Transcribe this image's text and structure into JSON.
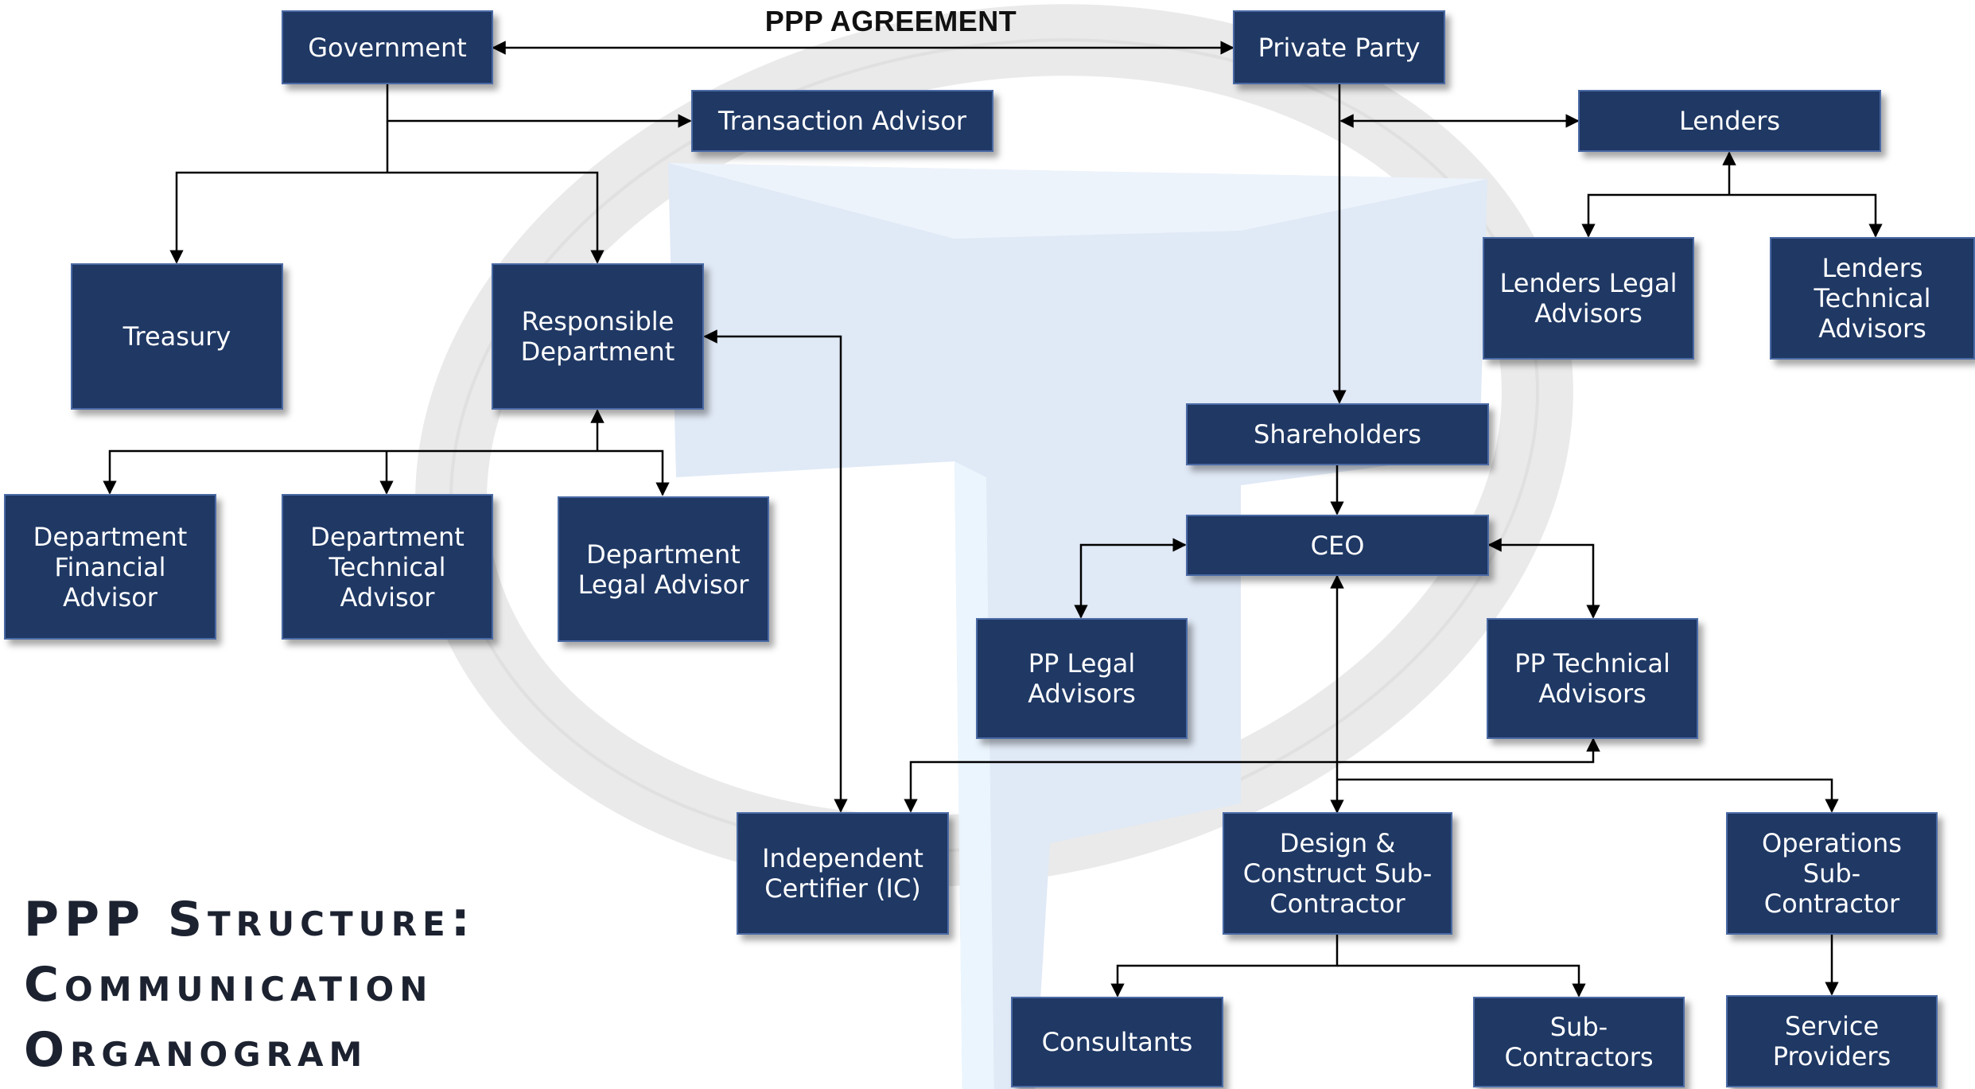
{
  "title_lines": [
    "PPP Structure:",
    "Communication",
    "Organogram"
  ],
  "agreement_label": "PPP AGREEMENT",
  "colors": {
    "box_fill": "#1f3864",
    "box_border": "#4a6aa5",
    "box_text": "#ffffff",
    "line": "#000000"
  },
  "nodes": {
    "government": "Government",
    "private_party": "Private Party",
    "transaction_advisor": "Transaction Advisor",
    "lenders": "Lenders",
    "lenders_legal": "Lenders Legal\nAdvisors",
    "lenders_technical": "Lenders\nTechnical\nAdvisors",
    "treasury": "Treasury",
    "responsible_department": "Responsible\nDepartment",
    "shareholders": "Shareholders",
    "ceo": "CEO",
    "dept_financial": "Department\nFinancial\nAdvisor",
    "dept_technical": "Department\nTechnical\nAdvisor",
    "dept_legal": "Department\nLegal Advisor",
    "pp_legal": "PP Legal\nAdvisors",
    "pp_technical": "PP Technical\nAdvisors",
    "independent_certifier": "Independent\nCertifier (IC)",
    "design_construct": "Design &\nConstruct Sub-\nContractor",
    "operations": "Operations\nSub-\nContractor",
    "consultants": "Consultants",
    "sub_contractors": "Sub-\nContractors",
    "service_providers": "Service\nProviders"
  }
}
